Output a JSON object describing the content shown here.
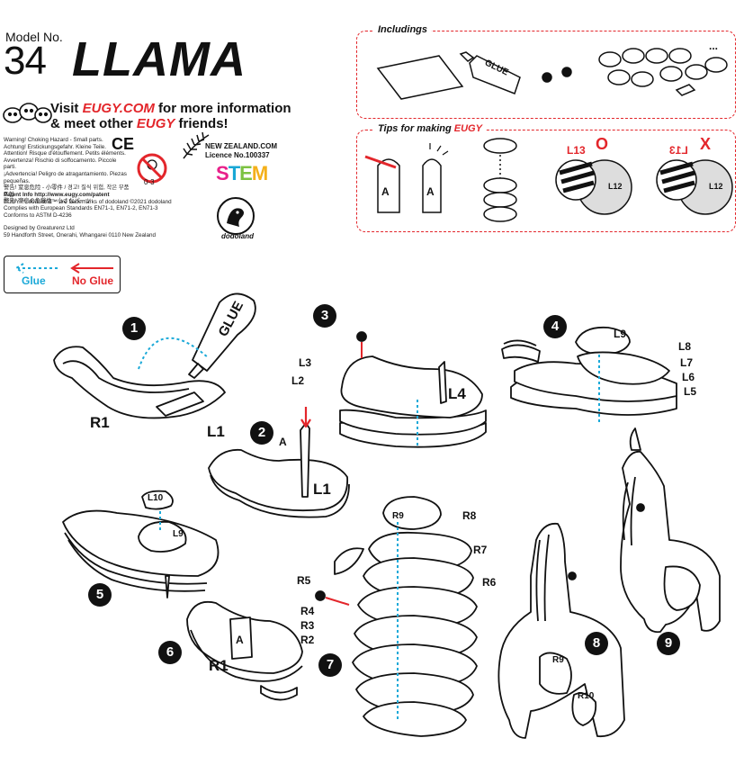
{
  "header": {
    "model_label": "Model No.",
    "model_number": "34",
    "model_name": "LLAMA"
  },
  "visit": {
    "line1_prefix": "Visit ",
    "line1_site": "EUGY.COM",
    "line1_suffix": " for more information",
    "line2_prefix": "& meet other ",
    "line2_brand": "EUGY",
    "line2_suffix": " friends!"
  },
  "warnings": [
    "Warning! Choking Hazard - Small parts.",
    "Achtung! Erstickungsgefahr. Kleine Teile.",
    "Attention! Risque d'étouffement. Petits éléments.",
    "Avvertenza! Rischio di soffocamento. Piccole parti.",
    "¡Advertencia! Peligro de atragantamiento. Piezas pequeñas.",
    "警告! 窒息危险 - 小零件 / 경고! 질식 위험, 작은 부품 포함",
    "警告! 窒息の危険性 - 小さなパーツ"
  ],
  "marks": {
    "ce": "CE",
    "age": "0-3"
  },
  "legal": {
    "patent": "Patent Info http://www.eugy.com/patent",
    "trademark": "EUGY™, dodoland™ are trademarks of dodoland ©2021 dodoland",
    "standards": "Complies with European Standards EN71-1, EN71-2, EN71-3",
    "astm": "Conforms to ASTM D-4236"
  },
  "credit": {
    "designer": "Designed by Greaturenz Ltd",
    "address": "59 Handforth Street, Onerahi, Whangarei 0110 New Zealand"
  },
  "nz": {
    "site": "NEW ZEALAND.COM",
    "licence": "Licence No.100337"
  },
  "stem": [
    "S",
    "T",
    "E",
    "M"
  ],
  "dodoland": "dodoland",
  "includings": {
    "title": "Includings",
    "glue_label": "GLUE",
    "more": "..."
  },
  "tips": {
    "title_prefix": "Tips for making ",
    "title_brand": "EUGY",
    "slot_letter": "A",
    "correct_mark": "O",
    "wrong_mark": "X",
    "part_a": "L13",
    "part_b": "L12"
  },
  "legend": {
    "glue": "Glue",
    "no_glue": "No Glue"
  },
  "steps": [
    {
      "num": "1",
      "parts": [
        "R1",
        "L1"
      ],
      "glue_label": "GLUE"
    },
    {
      "num": "2",
      "parts": [
        "A",
        "L1"
      ]
    },
    {
      "num": "3",
      "parts": [
        "L3",
        "L2",
        "L4"
      ]
    },
    {
      "num": "4",
      "parts": [
        "L9",
        "L8",
        "L7",
        "L6",
        "L5"
      ]
    },
    {
      "num": "5",
      "parts": [
        "L10",
        "L9"
      ]
    },
    {
      "num": "6",
      "parts": [
        "A",
        "R1"
      ]
    },
    {
      "num": "7",
      "parts": [
        "R9",
        "R8",
        "R7",
        "R6",
        "R5",
        "R4",
        "R3",
        "R2"
      ]
    },
    {
      "num": "8",
      "parts": [
        "R9",
        "R10"
      ]
    },
    {
      "num": "9",
      "parts": []
    }
  ],
  "colors": {
    "accent": "#e3262b",
    "glue": "#1ba9d8",
    "ink": "#111111"
  }
}
